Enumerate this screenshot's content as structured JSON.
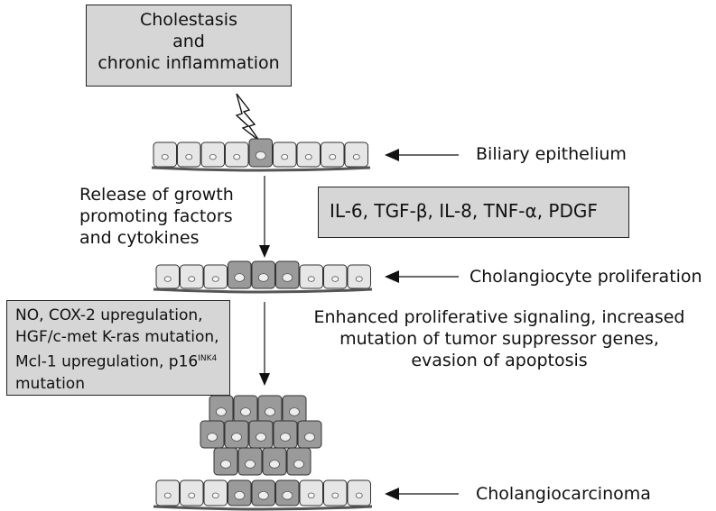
{
  "boxes": {
    "top": {
      "lines": [
        "Cholestasis",
        "and",
        "chronic inflammation"
      ]
    },
    "cytokines": {
      "text": "IL-6, TGF-β, IL-8, TNF-α, PDGF"
    },
    "mutations": {
      "line1": "NO, COX-2 upregulation,",
      "line2": "HGF/c-met K-ras mutation,",
      "line3_prefix": "Mcl-1 upregulation, p16",
      "line3_sup": "INK4",
      "line4": "mutation"
    }
  },
  "labels": {
    "biliary": "Biliary epithelium",
    "proliferation": "Cholangiocyte proliferation",
    "carcinoma": "Cholangiocarcinoma"
  },
  "texts": {
    "release": [
      "Release of growth",
      "promoting factors",
      "and cytokines"
    ],
    "enhanced": [
      "Enhanced proliferative signaling, increased",
      "mutation of tumor suppressor genes,",
      "evasion of apoptosis"
    ]
  },
  "colors": {
    "normal_cell": "#e6e6e6",
    "abnormal_cell": "#9a9a9a",
    "box_fill": "#d6d6d6"
  }
}
